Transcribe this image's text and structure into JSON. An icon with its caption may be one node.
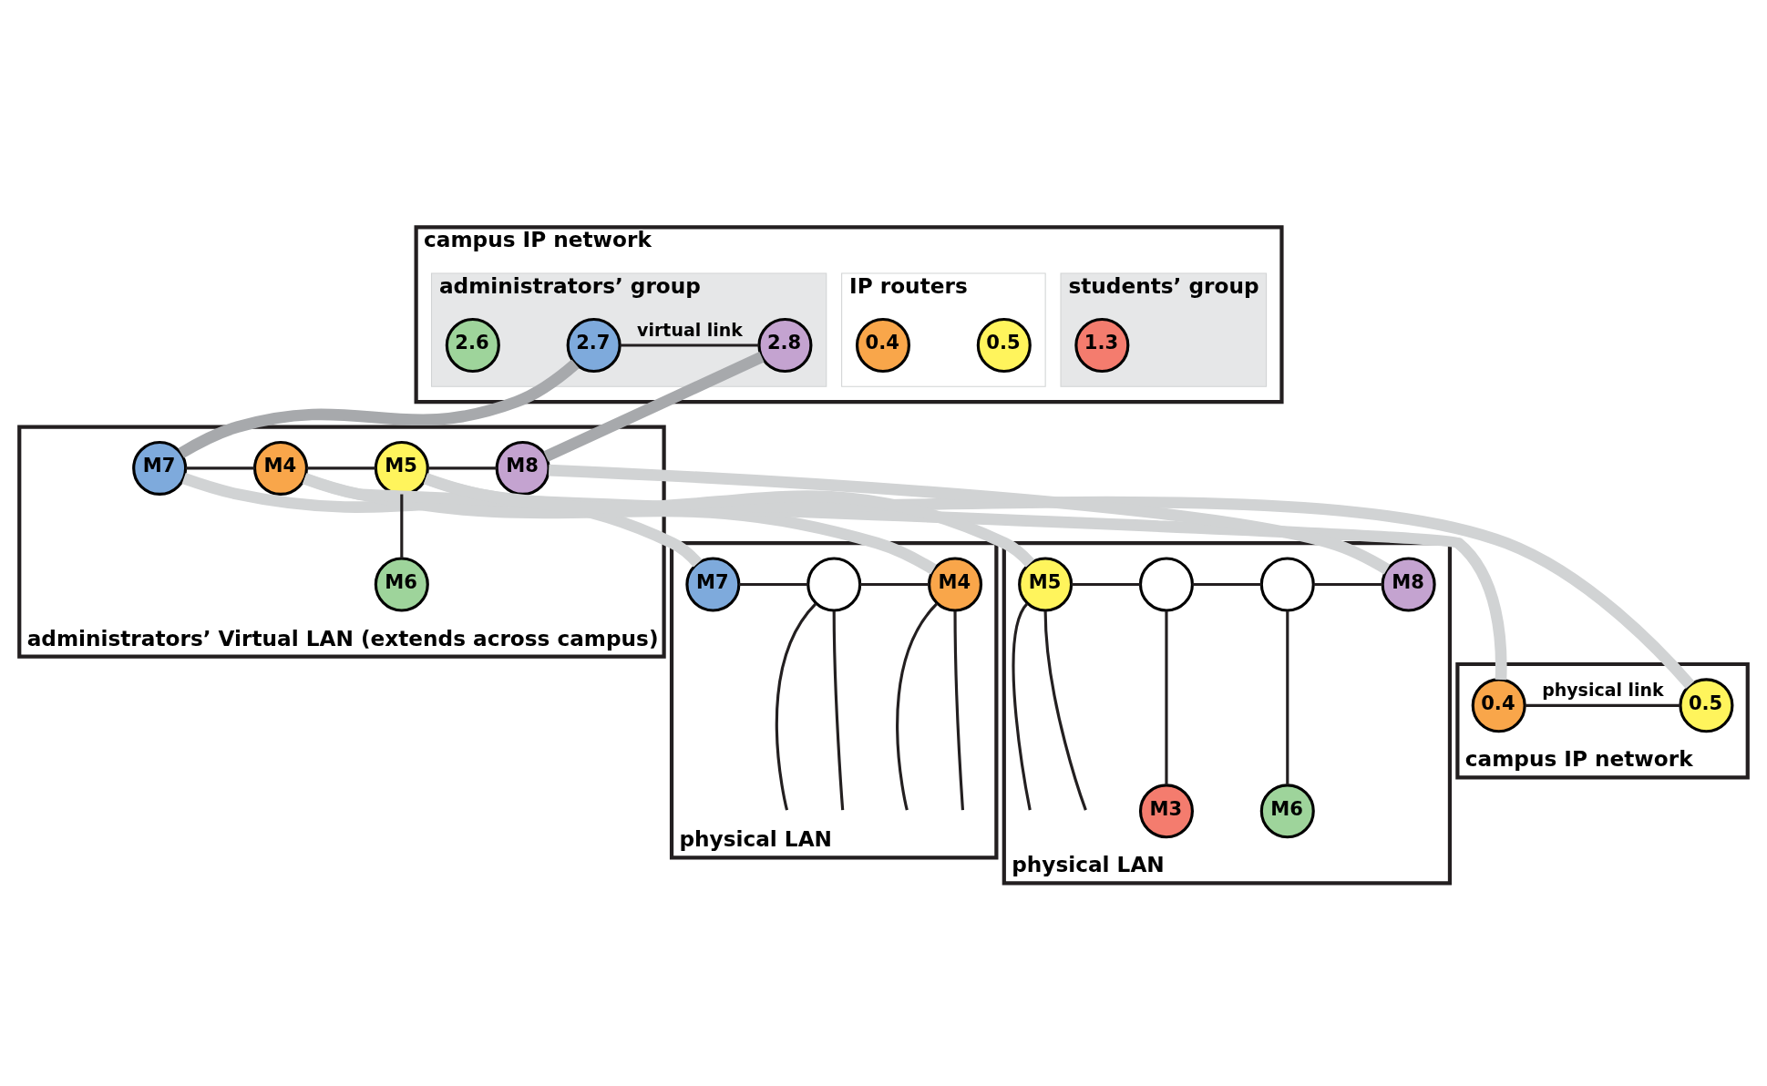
{
  "diagram": {
    "nodes": [
      {
        "text": [
          "campus IP network"
        ]
      },
      {
        "text": [
          "students’ group"
        ],
        "in": 0
      },
      {
        "text": [
          "IP routers"
        ],
        "in": 0
      },
      {
        "text": [
          "administrators’ group"
        ],
        "in": 0
      },
      {
        "text": [
          "1.3"
        ],
        "in": 1
      },
      {
        "text": [
          "0.4"
        ],
        "in": 2
      },
      {
        "text": [
          "0.5"
        ],
        "in": 2
      },
      {
        "text": [
          "2.6"
        ],
        "in": 3
      },
      {
        "text": [
          "2.7"
        ],
        "in": 3
      },
      {
        "text": [
          "2.8"
        ],
        "in": 3
      },
      {
        "text": [
          "administrators’ Virtual LAN (extends across campus)"
        ]
      },
      {
        "text": [
          "M7"
        ],
        "in": 10
      },
      {
        "text": [
          "M4"
        ],
        "in": 10
      },
      {
        "text": [
          "M5"
        ],
        "in": 10
      },
      {
        "text": [
          "M6"
        ],
        "in": 10
      },
      {
        "text": [
          "M8"
        ],
        "in": 10
      },
      {
        "text": [
          "physical LAN"
        ]
      },
      {
        "text": [
          "M7"
        ],
        "in": 16
      },
      {
        "text": [],
        "shape": "circle",
        "in": 16
      },
      {
        "text": [
          "M4"
        ],
        "in": 16
      },
      {
        "text": [
          "campus IP network"
        ]
      },
      {
        "text": [
          "0.4"
        ],
        "in": 20
      },
      {
        "text": [
          "0.5"
        ],
        "in": 20
      },
      {
        "text": [
          "physical LAN"
        ]
      },
      {
        "text": [
          "M5"
        ],
        "in": 23
      },
      {
        "text": [],
        "shape": "circle",
        "in": 23
      },
      {
        "text": [],
        "shape": "circle",
        "in": 23
      },
      {
        "text": [
          "M8"
        ],
        "in": 23
      },
      {
        "text": [
          "M3"
        ],
        "in": 23
      },
      {
        "text": [
          "M6"
        ],
        "in": 23
      }
    ],
    "edges": [
      {
        "from": 8,
        "to": 9,
        "arrow": "none",
        "label": "virtual link"
      },
      {
        "from": 11,
        "to": 12,
        "arrow": "none"
      },
      {
        "from": 12,
        "to": 13,
        "arrow": "none"
      },
      {
        "from": 13,
        "to": 15,
        "arrow": "none"
      },
      {
        "from": 13,
        "to": 14,
        "arrow": "none"
      },
      {
        "from": 17,
        "to": 18,
        "arrow": "none"
      },
      {
        "from": 18,
        "to": 19,
        "arrow": "none"
      },
      {
        "from": 18,
        "to": null,
        "arrow": "none"
      },
      {
        "from": 18,
        "to": null,
        "arrow": "none"
      },
      {
        "from": 19,
        "to": null,
        "arrow": "none"
      },
      {
        "from": 19,
        "to": null,
        "arrow": "none"
      },
      {
        "from": 21,
        "to": 22,
        "arrow": "none",
        "label": "physical link"
      },
      {
        "from": 24,
        "to": 25,
        "arrow": "none"
      },
      {
        "from": 25,
        "to": 26,
        "arrow": "none"
      },
      {
        "from": 26,
        "to": 27,
        "arrow": "none"
      },
      {
        "from": 25,
        "to": 28,
        "arrow": "none"
      },
      {
        "from": 26,
        "to": 29,
        "arrow": "none"
      },
      {
        "from": 24,
        "to": null,
        "arrow": "none"
      },
      {
        "from": 24,
        "to": null,
        "arrow": "none"
      },
      {
        "from": 8,
        "to": 11,
        "arrow": "none",
        "style": "thick",
        "color": "#a7a9ac"
      },
      {
        "from": 9,
        "to": 15,
        "arrow": "none",
        "style": "thick",
        "color": "#a7a9ac"
      },
      {
        "from": 11,
        "to": 17,
        "arrow": "none",
        "style": "thick",
        "color": "#d1d3d4"
      },
      {
        "from": 12,
        "to": 19,
        "arrow": "none",
        "style": "thick",
        "color": "#d1d3d4"
      },
      {
        "from": 12,
        "to": 21,
        "arrow": "none",
        "style": "thick",
        "color": "#d1d3d4"
      },
      {
        "from": 13,
        "to": 22,
        "arrow": "none",
        "style": "thick",
        "color": "#d1d3d4"
      },
      {
        "from": 13,
        "to": 24,
        "arrow": "none",
        "style": "thick",
        "color": "#d1d3d4"
      },
      {
        "from": 15,
        "to": 27,
        "arrow": "none",
        "style": "thick",
        "color": "#d1d3d4"
      }
    ]
  }
}
